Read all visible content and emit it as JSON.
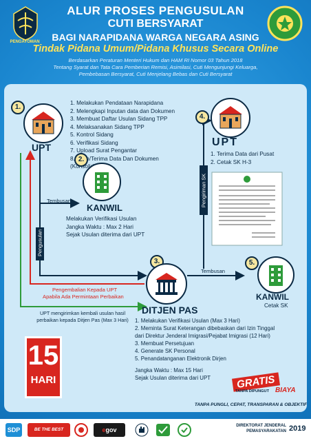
{
  "header": {
    "title1": "ALUR PROSES PENGUSULAN",
    "title2": "CUTI BERSYARAT",
    "title3": "BAGI NARAPIDANA WARGA NEGARA ASING",
    "title4": "Tindak Pidana Umum/Pidana Khusus Secara Online",
    "basis1": "Berdasarkan Peraturan Menteri Hukum dan HAM RI Nomor 03 Tahun 2018",
    "basis2": "Tentang Syarat dan Tata Cara Pemberian Remisi, Asimilasi, Cuti Mengunjungi Keluarga,",
    "basis3": "Pembebasan Bersyarat, Cuti Menjelang Bebas dan Cuti Bersyarat",
    "logo_left_label": "PENGAYOMAN"
  },
  "step1": {
    "num": "1.",
    "label": "UPT",
    "items": [
      "1. Melakukan Pendataan Narapidana",
      "2. Melengkapi Inputan data dan Dokumen",
      "3. Membuat Daftar Usulan Sidang TPP",
      "4. Melaksanakan Sidang TPP",
      "5. Kontrol Sidang",
      "6. Verifikasi Sidang",
      "7. Upload Surat Pengantar",
      "8. Kirim/Terima Data Dan Dokumen",
      "    (Konsolidasi)"
    ]
  },
  "step2": {
    "num": "2.",
    "label": "KANWIL",
    "tembusan": "Tembusan",
    "desc1": "Melakukan Verifikasi Usulan",
    "desc2": "Jangka Waktu : Max 2 Hari",
    "desc3": "Sejak Usulan diterima dari UPT"
  },
  "arrows": {
    "pengusulan": "Pengusulan",
    "pengiriman_sk": "Pengiriman SK",
    "return1": "Pengembalian Kepada UPT",
    "return2": "Apabila Ada Permintaan Perbaikan",
    "tembusan5": "Tembusan"
  },
  "step3": {
    "num": "3.",
    "label": "DITJEN PAS",
    "items": [
      "1. Melakukan Verifikasi Usulan (Max 3 Hari)",
      "2. Meminta Surat Keterangan dibebaskan dari Izin Tinggal",
      "    dari  Direktur Jenderal Imigrasi/Pejabat Imigrasi  (12 Hari)",
      "3. Membuat Persetujuan",
      "4. Generate SK Personal",
      "5. Penandatanganan Elektronik Dirjen"
    ],
    "deadline1": "Jangka Waktu : Max 15 Hari",
    "deadline2": "Sejak Usulan diterima dari UPT"
  },
  "note_upt": {
    "line1": "UPT mengirimkan kembali usulan hasil",
    "line2": "perbaikan kepada Ditjen Pas (Max 3 Hari)"
  },
  "step4": {
    "num": "4.",
    "label": "UPT",
    "items": [
      "1. Terima Data dari Pusat",
      "2. Cetak SK H-3"
    ]
  },
  "step5": {
    "num": "5.",
    "label": "KANWIL",
    "desc": "Cetak SK"
  },
  "card": {
    "number": "15",
    "unit": "HARI"
  },
  "gratis": {
    "word": "GRATIS",
    "sub": "TANPA DIPUNGUT",
    "biaya": "BIAYA",
    "motto": "TANPA PUNGLI, CEPAT, TRANSPARAN & OBJEKTIF"
  },
  "footer": {
    "sdp": "SDP",
    "best": "BE THE BEST",
    "egov": "gov",
    "org1": "DIREKTORAT JENDERAL",
    "org2": "PEMASYARAKATAN",
    "year": "2019"
  },
  "colors": {
    "bg": "#1e8fd6",
    "panel": "#cfe9f8",
    "navy": "#0b2a44",
    "red": "#d8261f",
    "green": "#2e9b3a",
    "yellow": "#ffe35a"
  }
}
